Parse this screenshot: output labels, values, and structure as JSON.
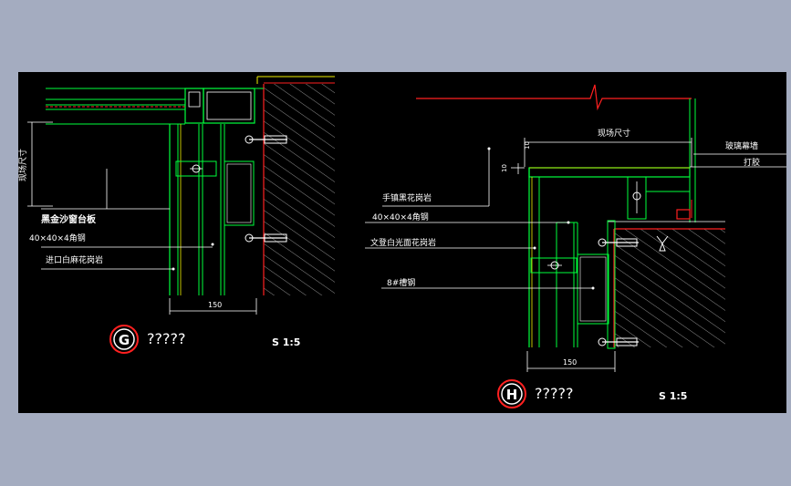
{
  "colors": {
    "page_bg": "#a4acc0",
    "canvas_bg": "#000000",
    "green": "#00ff3c",
    "red": "#ff2020",
    "white": "#ffffff",
    "yellow": "#f0f000",
    "hatch": "#b0b0b0"
  },
  "detail_g": {
    "labels": {
      "site_size": "现场尺寸",
      "sill": "黑金沙窗台板",
      "angle": "40×40×4角钢",
      "granite": "进口白麻花岗岩",
      "dim": "150"
    },
    "marker_letter": "G",
    "caption": "?????",
    "scale": "S 1:5"
  },
  "detail_h": {
    "labels": {
      "site_size": "现场尺寸",
      "curtain_wall": "玻璃幕墙",
      "sealant": "打胶",
      "dim_10a": "10",
      "dim_10b": "10",
      "black_granite": "手镇黑花岗岩",
      "angle": "40×40×4角钢",
      "white_granite": "文登白光面花岗岩",
      "channel": "8#槽钢",
      "dim": "150"
    },
    "marker_letter": "H",
    "caption": "?????",
    "scale": "S 1:5"
  }
}
